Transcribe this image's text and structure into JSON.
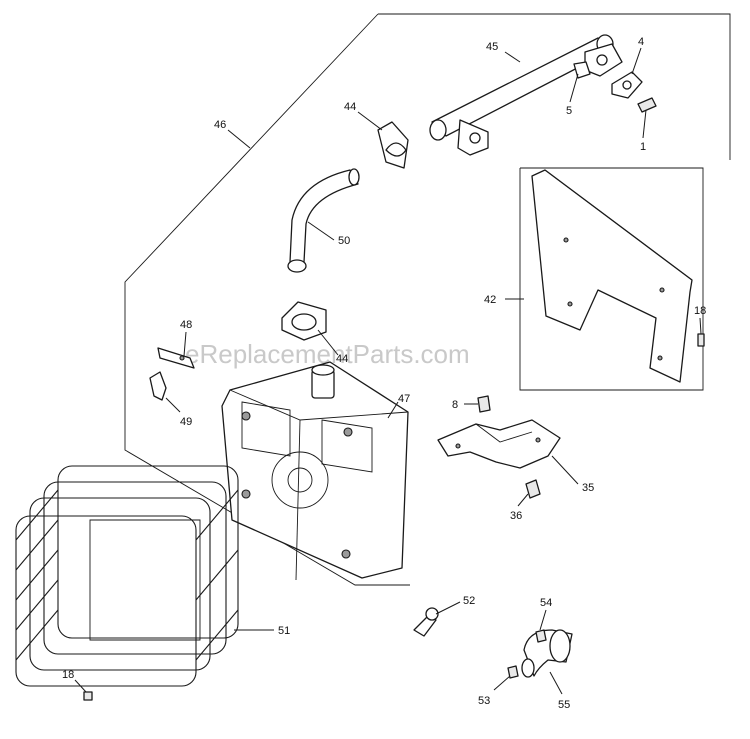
{
  "watermark": "eReplacementParts.com",
  "callouts": [
    {
      "id": "c45",
      "label": "45"
    },
    {
      "id": "c4",
      "label": "4"
    },
    {
      "id": "c5",
      "label": "5"
    },
    {
      "id": "c1",
      "label": "1"
    },
    {
      "id": "c44a",
      "label": "44"
    },
    {
      "id": "c46",
      "label": "46"
    },
    {
      "id": "c50",
      "label": "50"
    },
    {
      "id": "c42",
      "label": "42"
    },
    {
      "id": "c18a",
      "label": "18"
    },
    {
      "id": "c48",
      "label": "48"
    },
    {
      "id": "c44b",
      "label": "44"
    },
    {
      "id": "c47",
      "label": "47"
    },
    {
      "id": "c8",
      "label": "8"
    },
    {
      "id": "c49",
      "label": "49"
    },
    {
      "id": "c35",
      "label": "35"
    },
    {
      "id": "c36",
      "label": "36"
    },
    {
      "id": "c52",
      "label": "52"
    },
    {
      "id": "c54",
      "label": "54"
    },
    {
      "id": "c51",
      "label": "51"
    },
    {
      "id": "c18b",
      "label": "18"
    },
    {
      "id": "c53",
      "label": "53"
    },
    {
      "id": "c55",
      "label": "55"
    }
  ]
}
